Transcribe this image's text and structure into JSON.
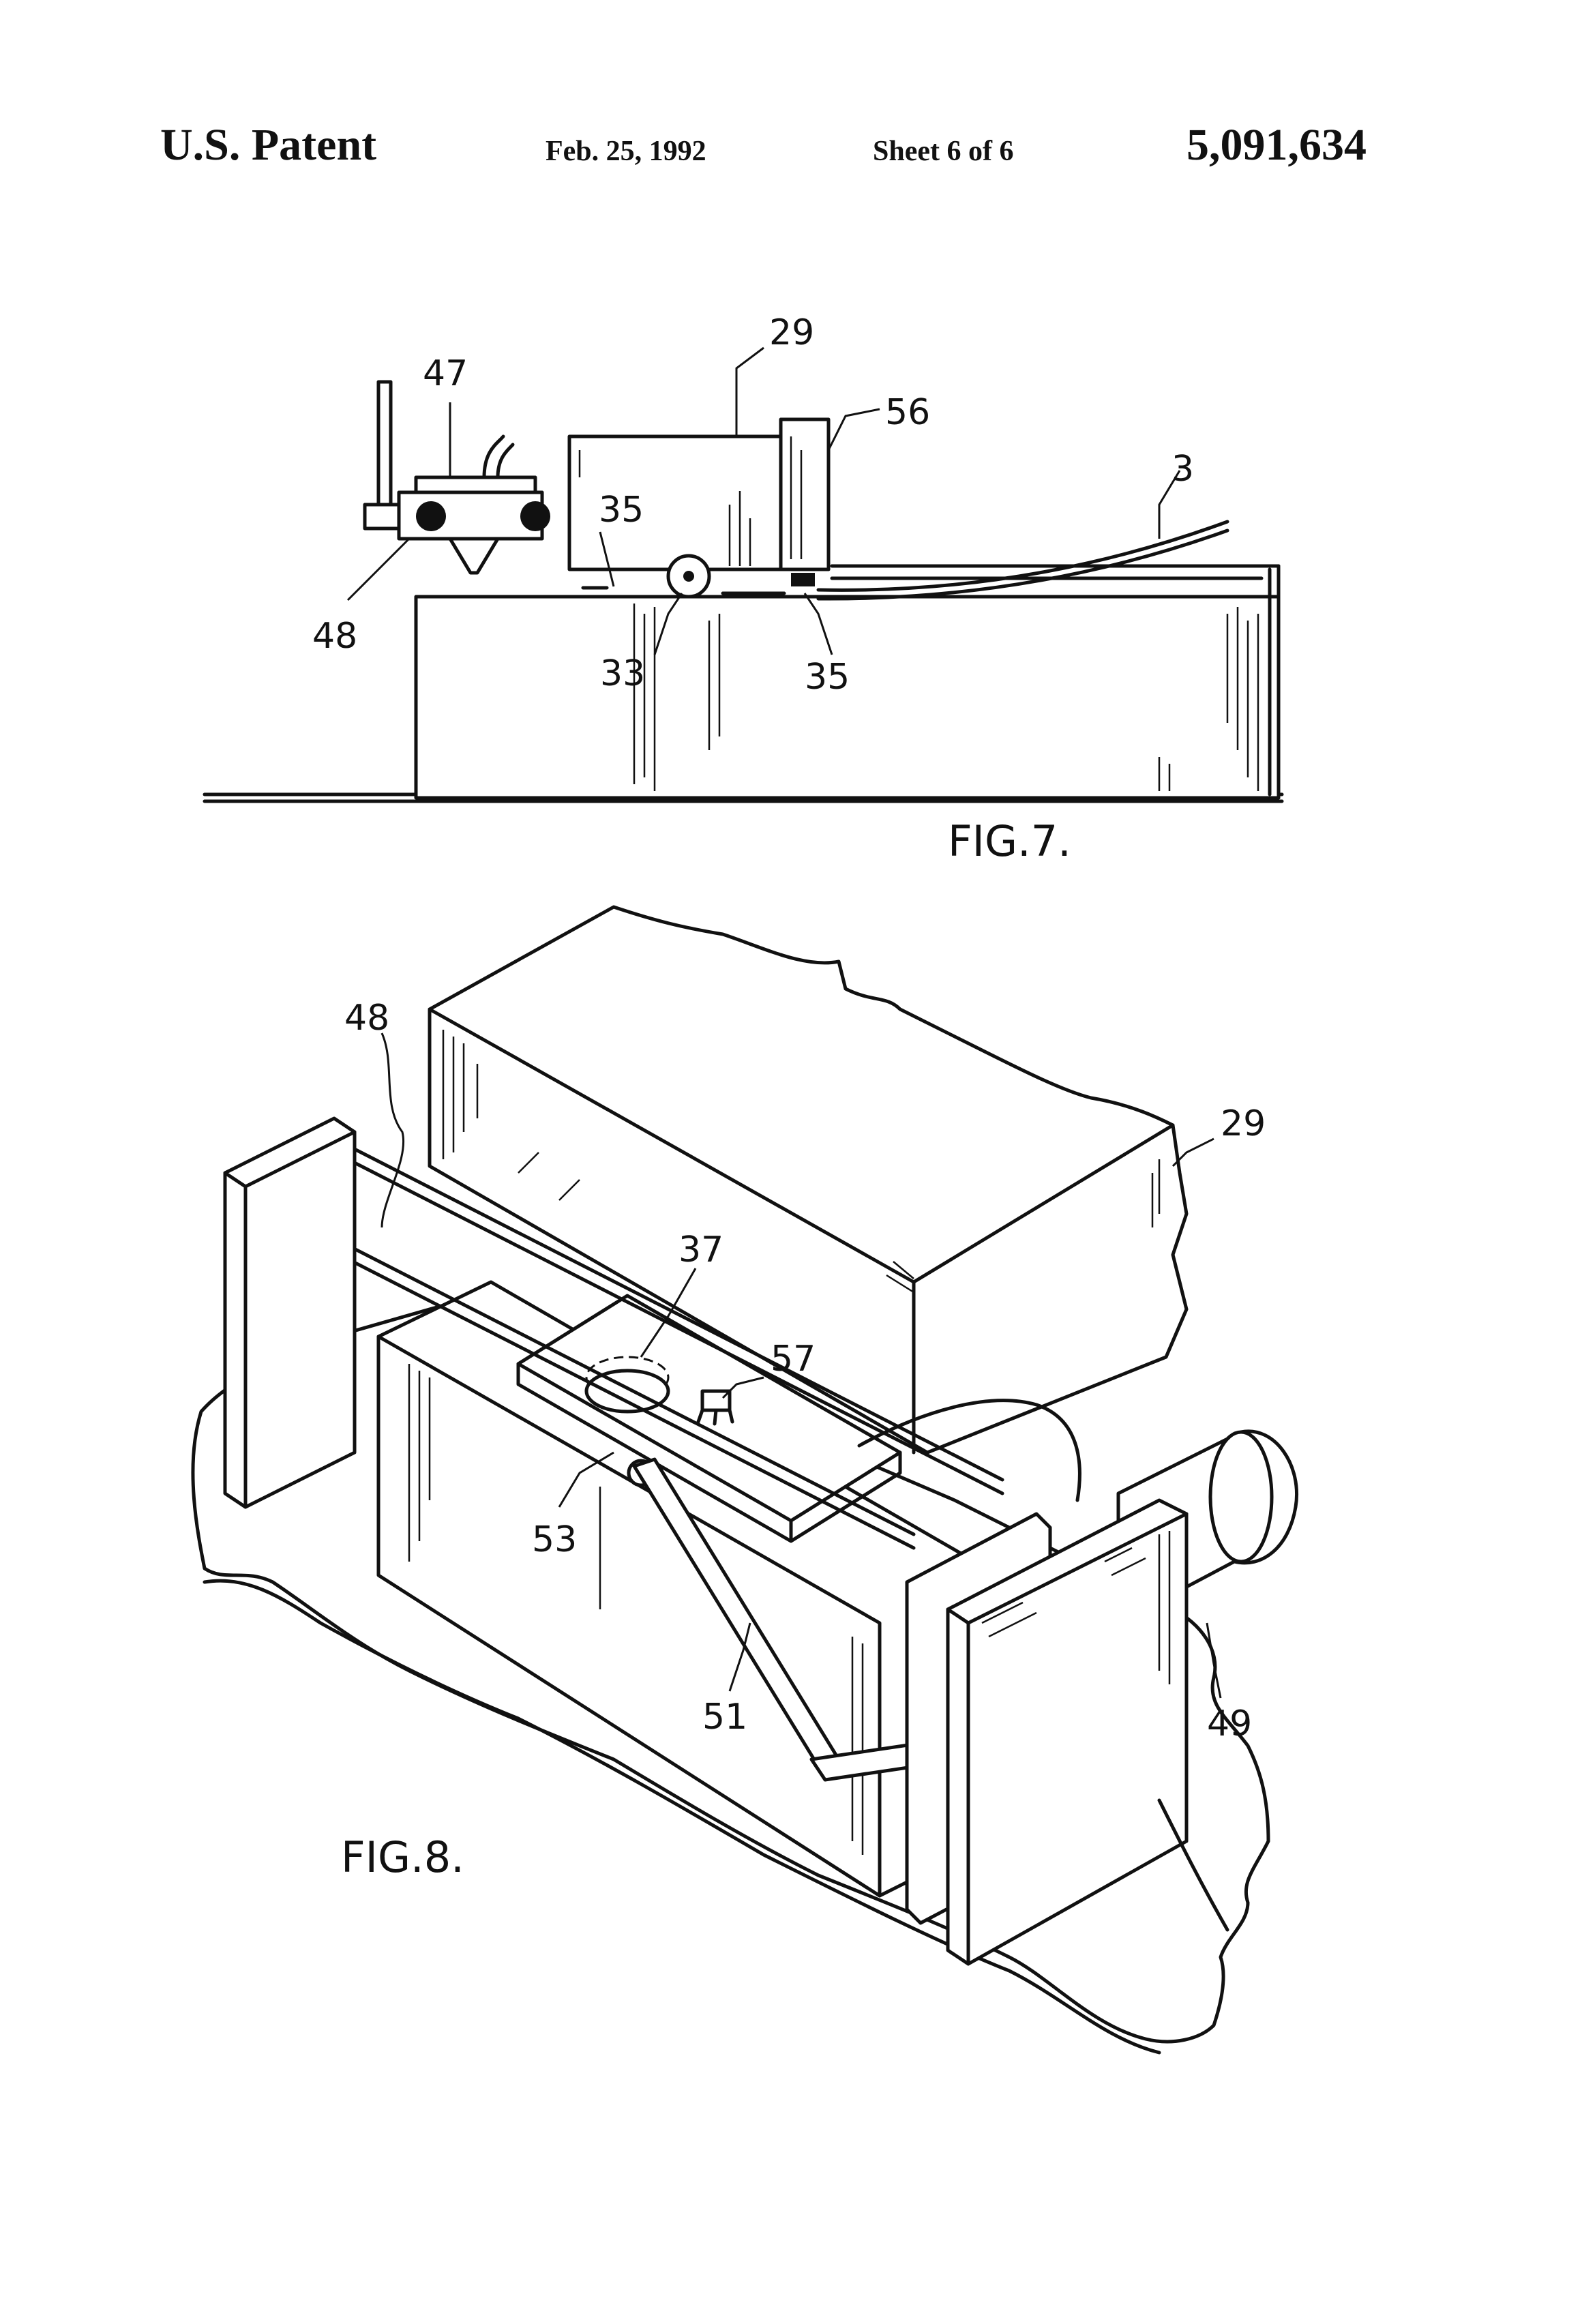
{
  "header": {
    "left": "U.S. Patent",
    "date": "Feb. 25, 1992",
    "sheet": "Sheet 6 of 6",
    "number": "5,091,634"
  },
  "fig7": {
    "label": "FIG.7.",
    "refs": {
      "r29": "29",
      "r47": "47",
      "r56": "56",
      "r3": "3",
      "r35a": "35",
      "r48": "48",
      "r33": "33",
      "r35b": "35"
    }
  },
  "fig8": {
    "label": "FIG.8.",
    "refs": {
      "r48": "48",
      "r29": "29",
      "r37": "37",
      "r57": "57",
      "r53": "53",
      "r51": "51",
      "r49": "49"
    }
  }
}
